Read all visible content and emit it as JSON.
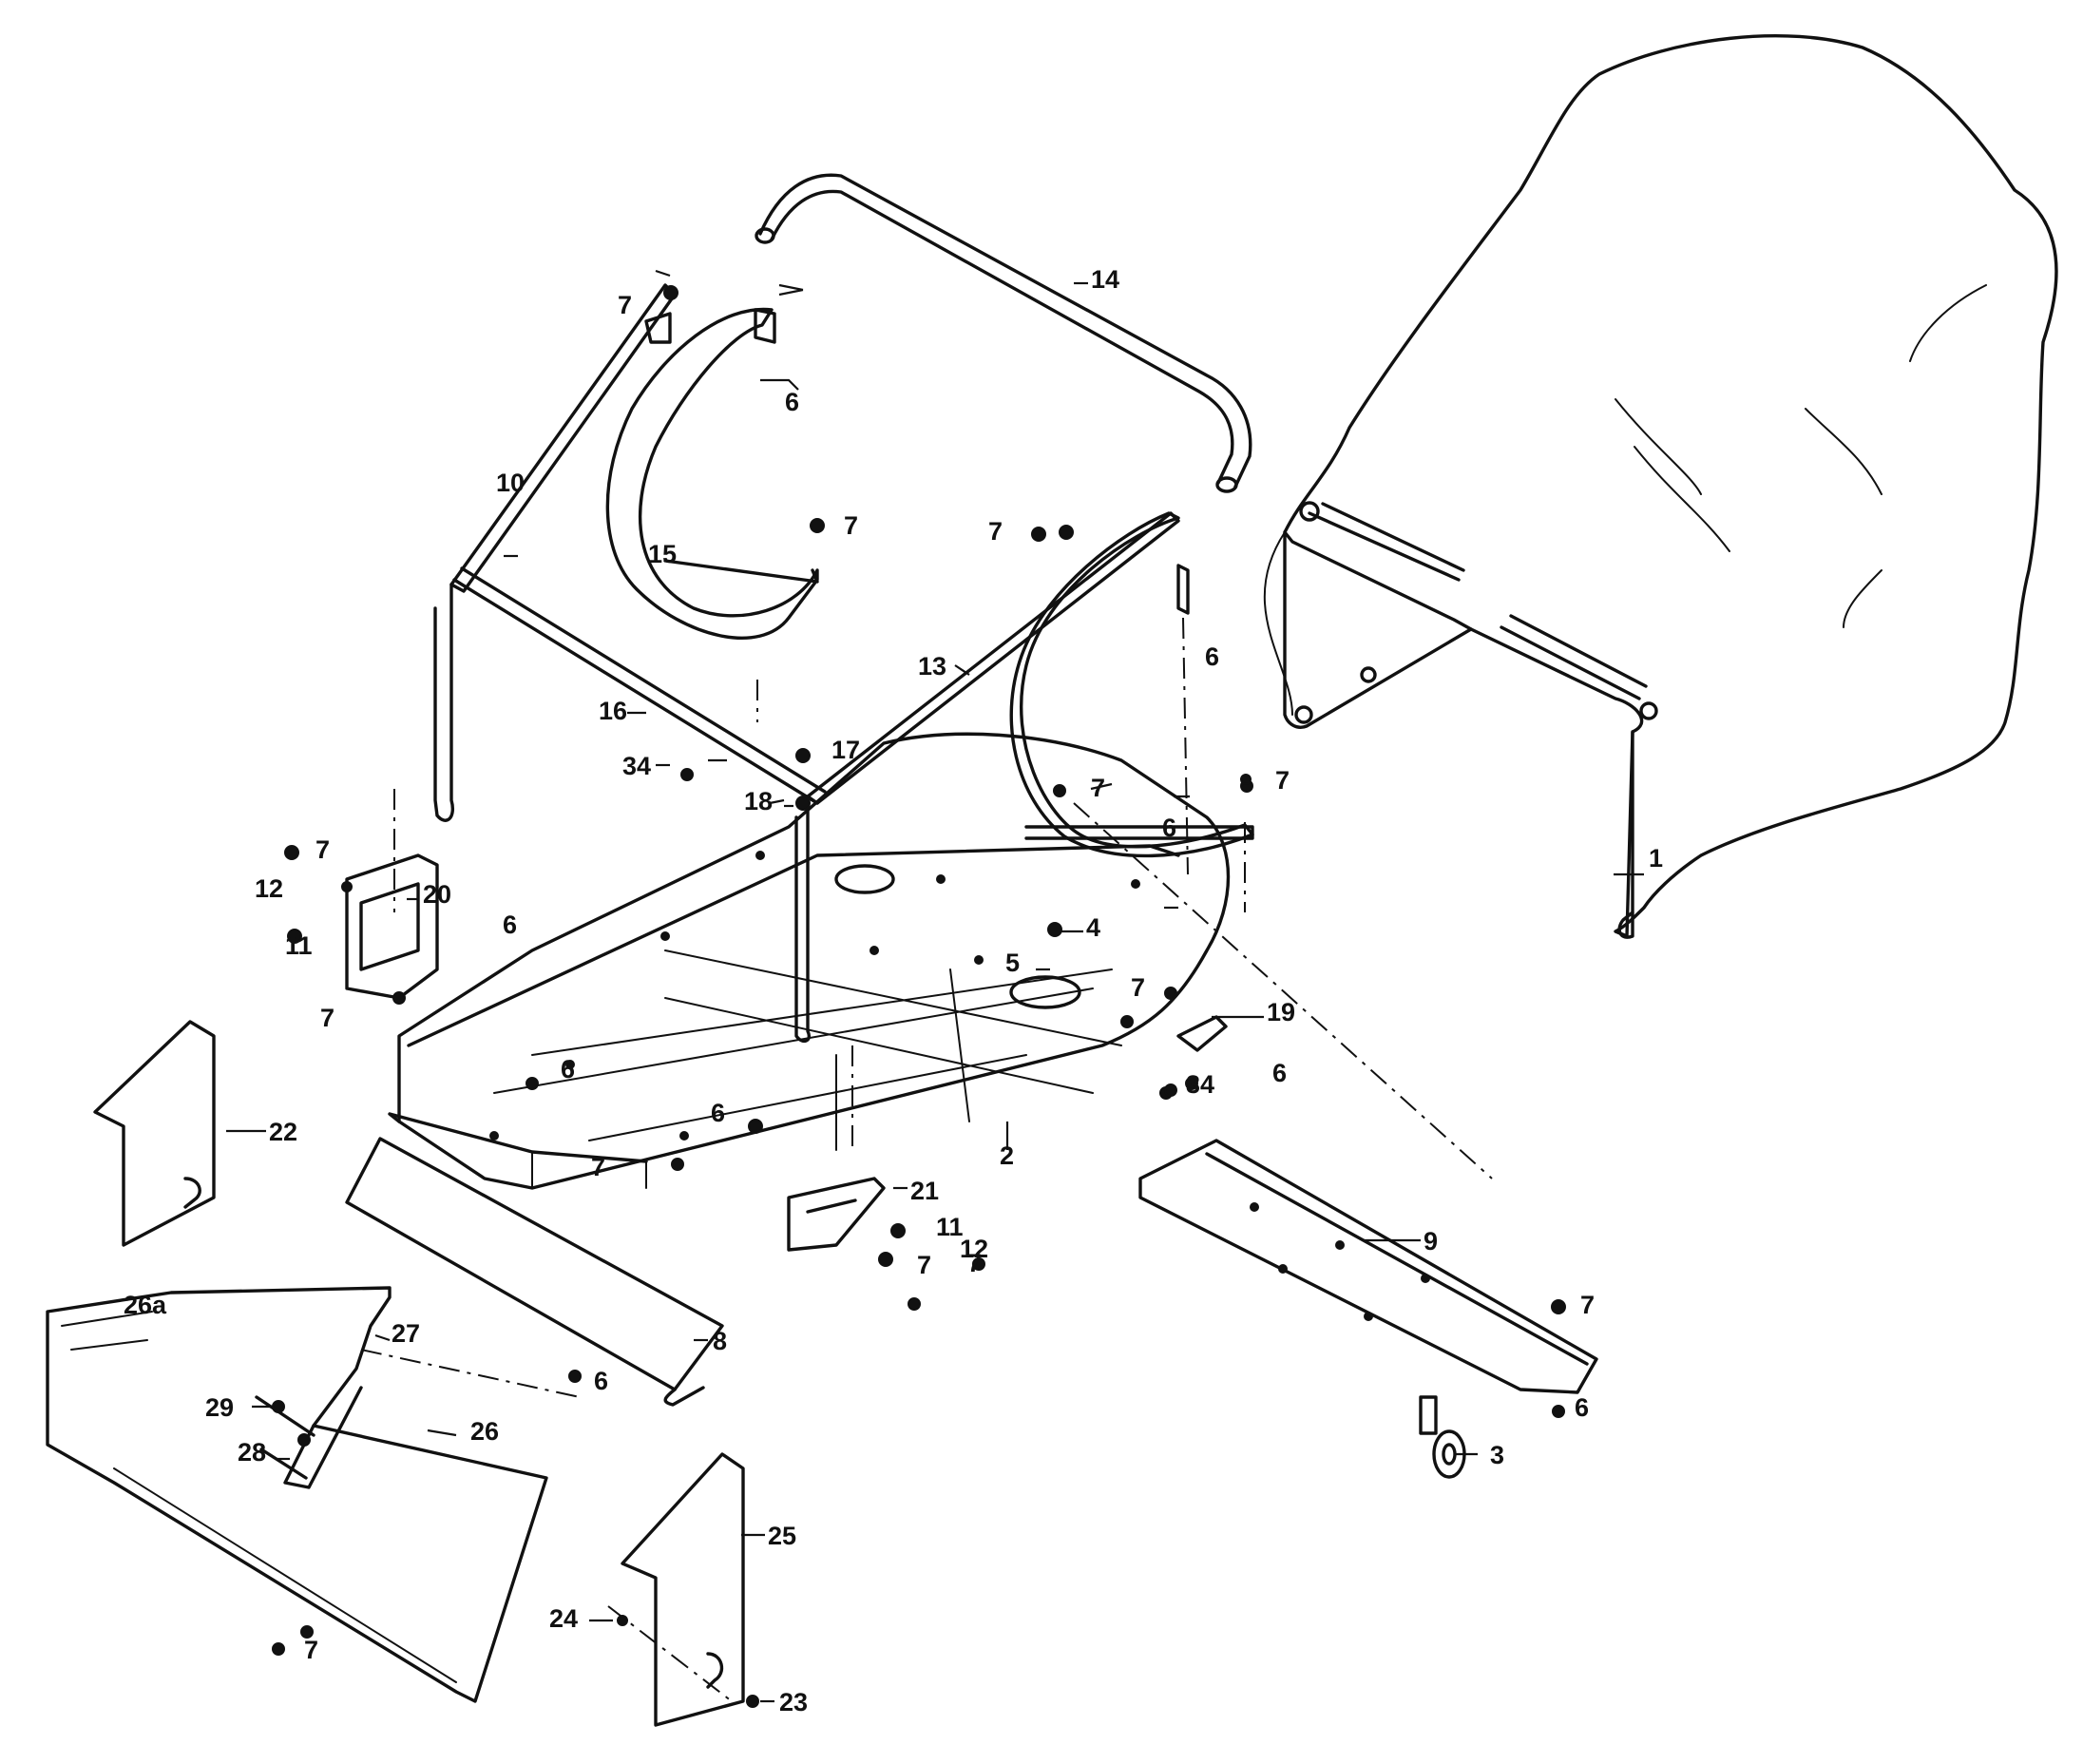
{
  "callouts": [
    {
      "id": "c1",
      "label": "1"
    },
    {
      "id": "c2",
      "label": "2"
    },
    {
      "id": "c3",
      "label": "3"
    },
    {
      "id": "c4",
      "label": "4"
    },
    {
      "id": "c5",
      "label": "5"
    },
    {
      "id": "c6a",
      "label": "6"
    },
    {
      "id": "c6b",
      "label": "6"
    },
    {
      "id": "c6c",
      "label": "6"
    },
    {
      "id": "c6d",
      "label": "6"
    },
    {
      "id": "c6e",
      "label": "6"
    },
    {
      "id": "c6f",
      "label": "6"
    },
    {
      "id": "c6g",
      "label": "6"
    },
    {
      "id": "c6h",
      "label": "6"
    },
    {
      "id": "c6i",
      "label": "6"
    },
    {
      "id": "c7a",
      "label": "7"
    },
    {
      "id": "c7b",
      "label": "7"
    },
    {
      "id": "c7c",
      "label": "7"
    },
    {
      "id": "c7d",
      "label": "7"
    },
    {
      "id": "c7e",
      "label": "7"
    },
    {
      "id": "c7f",
      "label": "7"
    },
    {
      "id": "c7g",
      "label": "7"
    },
    {
      "id": "c7h",
      "label": "7"
    },
    {
      "id": "c7i",
      "label": "7"
    },
    {
      "id": "c7j",
      "label": "7"
    },
    {
      "id": "c7k",
      "label": "7"
    },
    {
      "id": "c7l",
      "label": "7"
    },
    {
      "id": "c7m",
      "label": "7"
    },
    {
      "id": "c8",
      "label": "8"
    },
    {
      "id": "c9",
      "label": "9"
    },
    {
      "id": "c10",
      "label": "10"
    },
    {
      "id": "c11a",
      "label": "11"
    },
    {
      "id": "c11b",
      "label": "11"
    },
    {
      "id": "c12a",
      "label": "12"
    },
    {
      "id": "c12b",
      "label": "12"
    },
    {
      "id": "c13",
      "label": "13"
    },
    {
      "id": "c14",
      "label": "14"
    },
    {
      "id": "c15",
      "label": "15"
    },
    {
      "id": "c16",
      "label": "16"
    },
    {
      "id": "c17",
      "label": "17"
    },
    {
      "id": "c18",
      "label": "18"
    },
    {
      "id": "c19",
      "label": "19"
    },
    {
      "id": "c20",
      "label": "20"
    },
    {
      "id": "c21",
      "label": "21"
    },
    {
      "id": "c22",
      "label": "22"
    },
    {
      "id": "c23",
      "label": "23"
    },
    {
      "id": "c24",
      "label": "24"
    },
    {
      "id": "c25",
      "label": "25"
    },
    {
      "id": "c26",
      "label": "26"
    },
    {
      "id": "c26a",
      "label": "26a"
    },
    {
      "id": "c27",
      "label": "27"
    },
    {
      "id": "c28",
      "label": "28"
    },
    {
      "id": "c29",
      "label": "29"
    },
    {
      "id": "c34a",
      "label": "34"
    },
    {
      "id": "c34b",
      "label": "34"
    }
  ]
}
